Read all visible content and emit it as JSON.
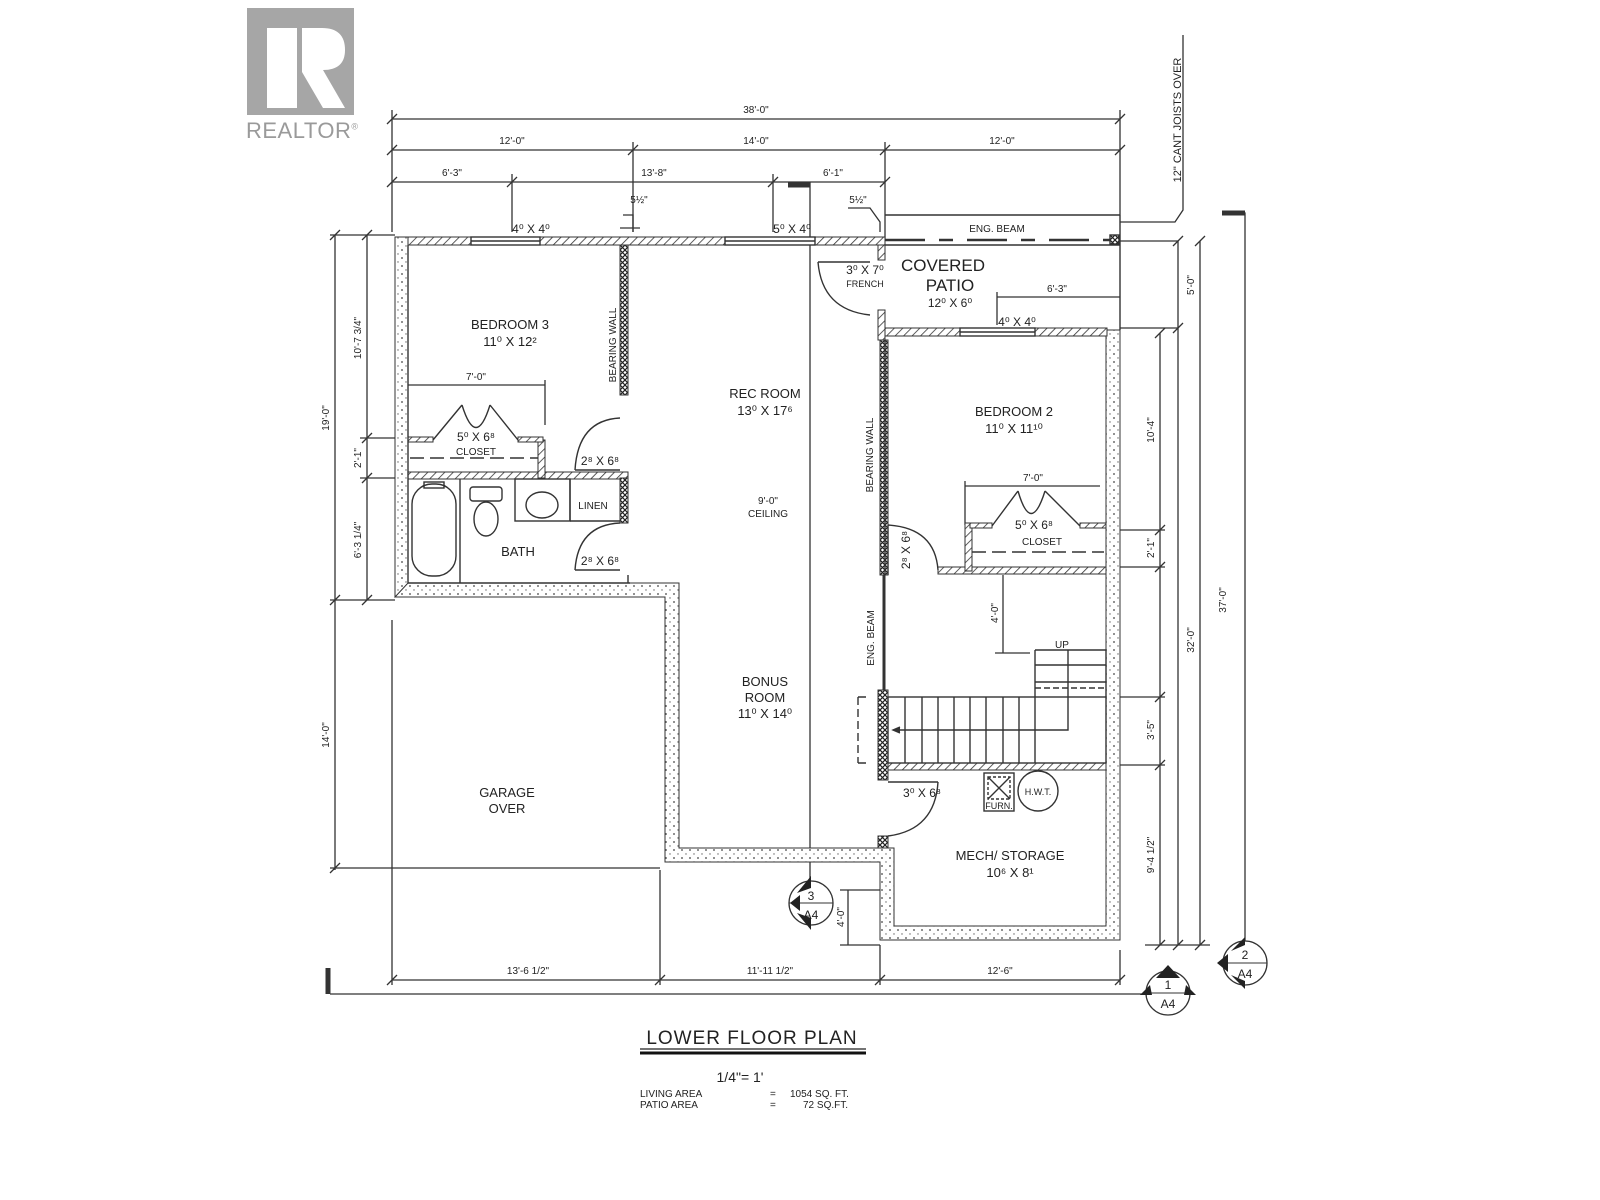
{
  "branding": {
    "logo_letter": "R",
    "logo_word": "REALTOR",
    "logo_mark": "®",
    "logo_color": "#a6a6a6"
  },
  "title": {
    "plan_name": "LOWER FLOOR PLAN",
    "scale": "1/4\"= 1'",
    "areas": [
      {
        "label": "LIVING AREA",
        "eq": "=",
        "value": "1054 SQ. FT."
      },
      {
        "label": "PATIO AREA",
        "eq": "=",
        "value": "72 SQ.FT."
      }
    ]
  },
  "rooms": {
    "bedroom3": {
      "name": "BEDROOM 3",
      "size": "11⁰ X 12²"
    },
    "rec_room": {
      "name": "REC ROOM",
      "size": "13⁰ X 17⁶"
    },
    "ceiling": {
      "line1": "9'-0\"",
      "line2": "CEILING"
    },
    "covered_patio": {
      "line1": "COVERED",
      "line2": "PATIO",
      "size": "12⁰ X 6⁰"
    },
    "bedroom2": {
      "name": "BEDROOM 2",
      "size": "11⁰ X 11¹⁰"
    },
    "bath": {
      "name": "BATH"
    },
    "linen": {
      "name": "LINEN"
    },
    "closet3": {
      "name": "CLOSET",
      "size": "5⁰ X 6⁸"
    },
    "closet2": {
      "name": "CLOSET",
      "size": "5⁰ X 6⁸"
    },
    "bonus_room": {
      "line1": "BONUS",
      "line2": "ROOM",
      "size": "11⁰ X 14⁰"
    },
    "garage": {
      "line1": "GARAGE",
      "line2": "OVER"
    },
    "mech": {
      "name": "MECH/ STORAGE",
      "size": "10⁶ X 8¹"
    }
  },
  "labels": {
    "bearing_wall_left": "BEARING WALL",
    "bearing_wall_right": "BEARING WALL",
    "eng_beam_top": "ENG. BEAM",
    "eng_beam_side": "ENG. BEAM",
    "cant_joists": "12\" CANT JOISTS OVER",
    "stairs_up": "UP",
    "furnace": "FURN.",
    "hwt": "H.W.T."
  },
  "openings": {
    "win_bed3": "4⁰ X 4⁰",
    "win_rec": "5⁰ X 4⁰",
    "win_bed2": "4⁰ X 4⁰",
    "door_french": "3⁰ X 7⁰",
    "door_french_type": "FRENCH",
    "door_bed3": "2⁸ X 6⁸",
    "door_bath": "2⁸ X 6⁸",
    "door_bed2": "2⁸ X 6⁸",
    "door_mech": "3⁰ X 6⁸"
  },
  "dimensions": {
    "top_overall": "38'-0\"",
    "top_seg1": "12'-0\"",
    "top_seg2": "14'-0\"",
    "top_seg3": "12'-0\"",
    "top_win1": "6'-3\"",
    "top_wall": "13'-8\"",
    "top_win2": "6'-1\"",
    "wall_thk1": "5½\"",
    "wall_thk2": "5½\"",
    "patio_win": "6'-3\"",
    "closet3_w": "7'-0\"",
    "closet2_w": "7'-0\"",
    "left_overall": "19'-0\"",
    "left_bed3": "10'-7 3/4\"",
    "left_closet": "2'-1\"",
    "left_bath": "6'-3 1/4\"",
    "left_garage": "14'-0\"",
    "right_patio": "5'-0\"",
    "right_bed2": "10'-4\"",
    "right_closet": "2'-1\"",
    "right_stair": "3'-5\"",
    "right_mech": "9'-4 1/2\"",
    "right_32": "32'-0\"",
    "right_37": "37'-0\"",
    "stair_landing": "4'-0\"",
    "mech_jog": "4'-0\"",
    "bottom_seg1": "13'-6 1/2\"",
    "bottom_seg2": "11'-11 1/2\"",
    "bottom_seg3": "12'-6\""
  },
  "section_markers": [
    {
      "number": "1",
      "sheet": "A4"
    },
    {
      "number": "2",
      "sheet": "A4"
    },
    {
      "number": "3",
      "sheet": "A4"
    }
  ]
}
